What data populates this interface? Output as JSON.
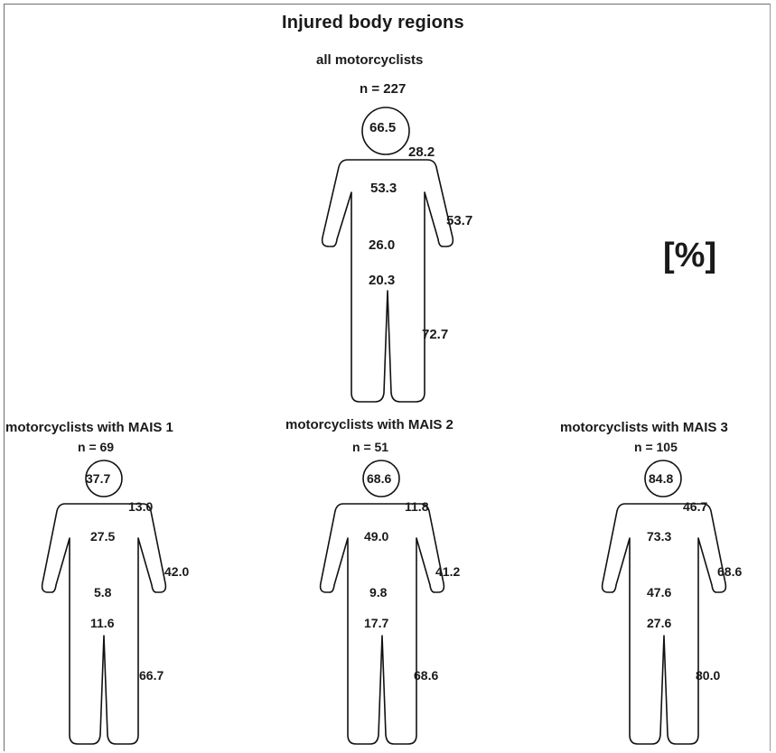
{
  "title": "Injured body regions",
  "unit_label": "[%]",
  "groups": {
    "all": {
      "label": "all motorcyclists",
      "n": "n = 227",
      "head": "66.5",
      "neck": "28.2",
      "thorax": "53.3",
      "arms": "53.7",
      "abdomen": "26.0",
      "pelvis": "20.3",
      "legs": "72.7"
    },
    "mais1": {
      "label": "motorcyclists with MAIS 1",
      "n": "n = 69",
      "head": "37.7",
      "neck": "13.0",
      "thorax": "27.5",
      "arms": "42.0",
      "abdomen": "5.8",
      "pelvis": "11.6",
      "legs": "66.7"
    },
    "mais2": {
      "label": "motorcyclists with MAIS 2",
      "n": "n = 51",
      "head": "68.6",
      "neck": "11.8",
      "thorax": "49.0",
      "arms": "41.2",
      "abdomen": "9.8",
      "pelvis": "17.7",
      "legs": "68.6"
    },
    "mais3": {
      "label": "motorcyclists with MAIS 3",
      "n": "n = 105",
      "head": "84.8",
      "neck": "46.7",
      "thorax": "73.3",
      "arms": "68.6",
      "abdomen": "47.6",
      "pelvis": "27.6",
      "legs": "80.0"
    }
  }
}
